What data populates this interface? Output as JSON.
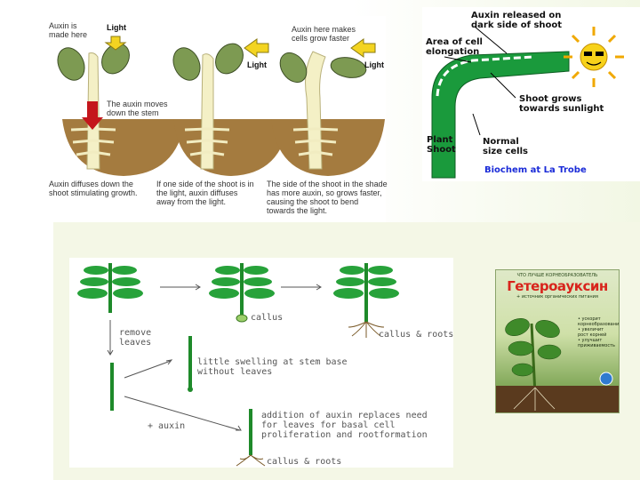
{
  "panel1": {
    "auxin_made_here": "Auxin is\nmade here",
    "light_1": "Light",
    "auxin_makes_cells": "Auxin here makes\ncells grow faster",
    "light_2": "Light",
    "light_3": "Light",
    "auxin_moves": "The auxin moves\ndown the stem",
    "caption_1": "Auxin diffuses down the\nshoot stimulating growth.",
    "caption_2": "If one side of the shoot is in\nthe light, auxin diffuses\naway from the light.",
    "caption_3": "The side of the shoot in the shade\nhas more auxin, so grows faster,\ncausing the shoot to bend\ntowards the light."
  },
  "panel2": {
    "auxin_released": "Auxin released on\ndark side of shoot",
    "area_elongation": "Area of cell\nelongation",
    "shoot_grows": "Shoot grows\ntowards sunlight",
    "plant_shoot": "Plant\nShoot",
    "normal_cells": "Normal\nsize cells",
    "credit": "Biochem at La Trobe",
    "colors": {
      "shoot": "#1a9a3c",
      "credit": "#1a2bd8"
    }
  },
  "panel3": {
    "callus": "callus",
    "callus_roots_1": "callus & roots",
    "remove_leaves": "remove\nleaves",
    "little_swelling": "little swelling at stem base\nwithout leaves",
    "plus_auxin": "+ auxin",
    "addition": "addition of auxin replaces need\nfor leaves for basal cell\nproliferation and rootformation",
    "callus_roots_2": "callus & roots"
  },
  "product": {
    "top_line": "ЧТО ЛУЧШЕ КОРНЕОБРАЗОВАТЕЛЬ",
    "brand": "Гетероауксин",
    "subtitle": "+ источник органических питания",
    "bullets": "• ускорит\nкорнеобразование\n• увеличит\nрост корней\n• улучшит\nприживаемость",
    "colors": {
      "brand_red": "#d8241c",
      "pack_green": "#3f8a2a"
    }
  }
}
